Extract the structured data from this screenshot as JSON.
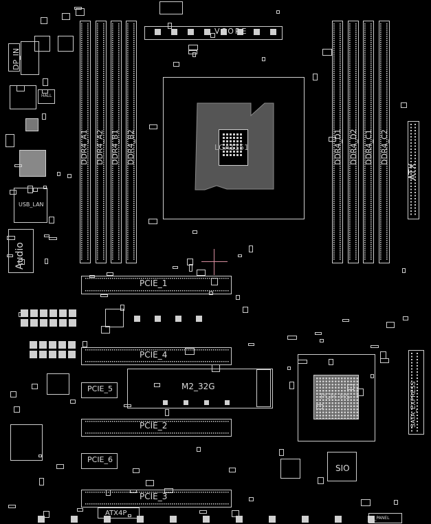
{
  "labels": {
    "dp_in": "DP_IN",
    "hall": "HALL",
    "usb_lan": "USB_LAN",
    "audio": "Audio",
    "vcore": "VCORE",
    "cpu": "LGA1151",
    "atx": "ATX",
    "ddr4_a1": "DDR4_A1",
    "ddr4_a2": "DDR4_A2",
    "ddr4_b1": "DDR4_B1",
    "ddr4_b2": "DDR4_B2",
    "ddr4_c1": "DDR4_C1",
    "ddr4_c2": "DDR4_C2",
    "ddr4_d1": "DDR4_D1",
    "ddr4_d2": "DDR4_D2",
    "pcie1": "PCIE_1",
    "pcie2": "PCIE_2",
    "pcie3": "PCIE_3",
    "pcie4": "PCIE_4",
    "pcie5": "PCIE_5",
    "pcie6": "PCIE_6",
    "m2": "M2_32G",
    "pch": "PCH_HS",
    "sio": "SIO",
    "sata": "SATA_EXPRESS",
    "atx4p": "ATX4P",
    "f_panel": "F_PANEL"
  },
  "colors": {
    "background": "#000000",
    "trace": "#cfcfcf",
    "pad": "#d0d0d0",
    "cursor": "#d98fa0"
  },
  "icons": {
    "cursor": "crosshair-icon"
  }
}
